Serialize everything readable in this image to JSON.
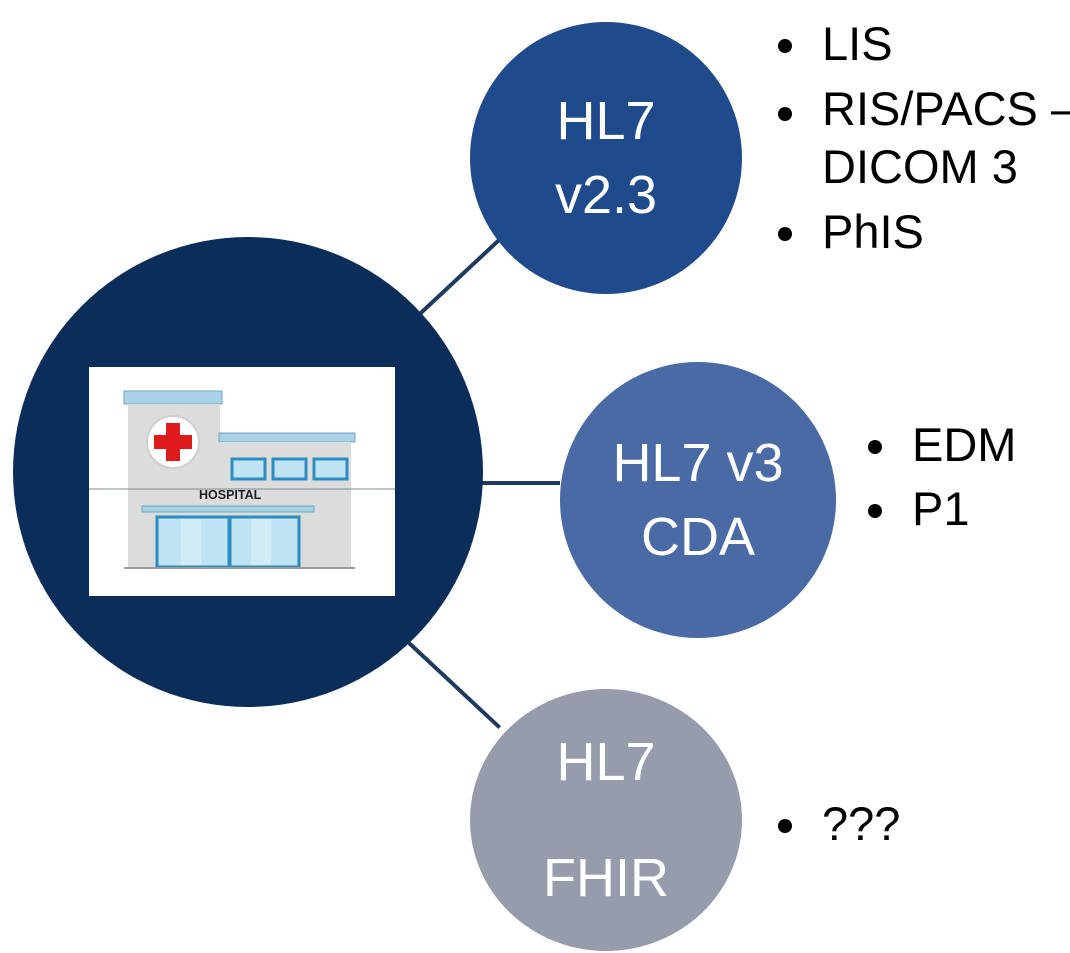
{
  "hub": {
    "color": "#0b2d5a",
    "image": {
      "name": "hospital-building",
      "sign_text": "HOSPITAL"
    }
  },
  "nodes": [
    {
      "id": "v23",
      "color": "#1f4a8c",
      "lines": [
        "HL7",
        "v2.3"
      ],
      "bullets": [
        "LIS",
        "RIS/PACS – DICOM 3",
        "PhIS"
      ]
    },
    {
      "id": "v3",
      "color": "#4a6aa6",
      "lines": [
        "HL7 v3",
        "CDA"
      ],
      "bullets": [
        "EDM",
        "P1"
      ]
    },
    {
      "id": "fhir",
      "color": "#969cac",
      "lines": [
        "HL7",
        "FHIR"
      ],
      "bullets": [
        "???"
      ]
    }
  ],
  "connector_color": "#1f3a5f"
}
